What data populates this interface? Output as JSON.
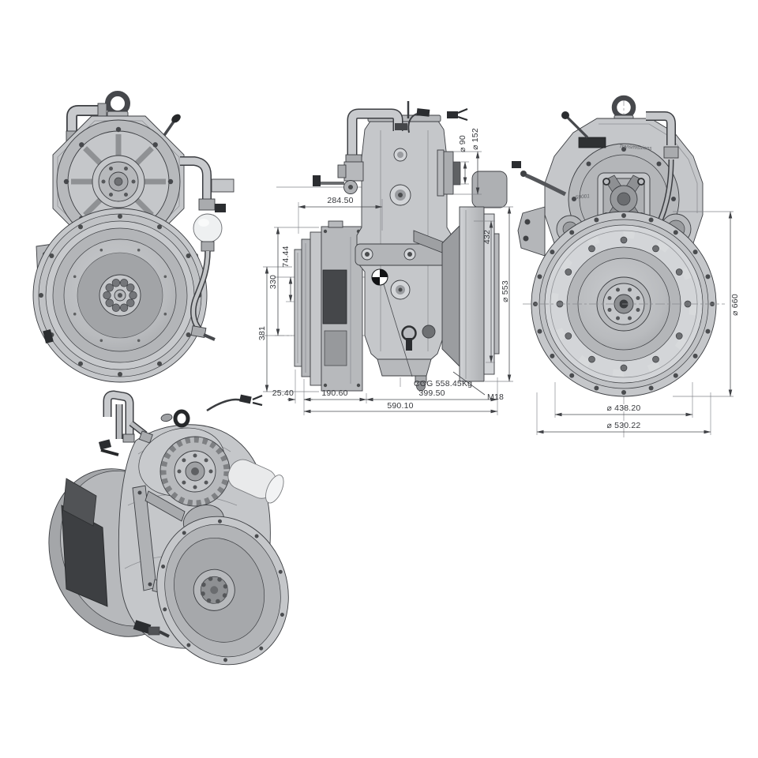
{
  "drawing": {
    "side_view_dims": {
      "d284_50": "284.50",
      "d330": "330",
      "d74_44": "74.44",
      "d381": "381",
      "d25_40": "25.40",
      "d190_60": "190.60",
      "d399_50": "399.50",
      "d590_10": "590.10",
      "dia90": "⌀ 90",
      "dia152": "⌀ 152",
      "d432": "432",
      "dia553": "⌀ 553",
      "cog": "COG 558.45Kg",
      "m18": "M18"
    },
    "rear_view_dims": {
      "dia660": "⌀ 660",
      "dia438_20": "⌀ 438.20",
      "dia530_22": "⌀ 530.22"
    },
    "markings": {
      "casting_number": "59001",
      "brand_script": "Transmissions"
    },
    "colors": {
      "outline": "#3c3e42",
      "body_light": "#d3d5d8",
      "body_mid": "#c5c7ca",
      "body_shade": "#abadb0",
      "panel_dark": "#45474a",
      "dim_line": "#4a4c50",
      "dim_text": "#35373b",
      "canister_white": "#eef0f1",
      "background": "#ffffff"
    }
  }
}
